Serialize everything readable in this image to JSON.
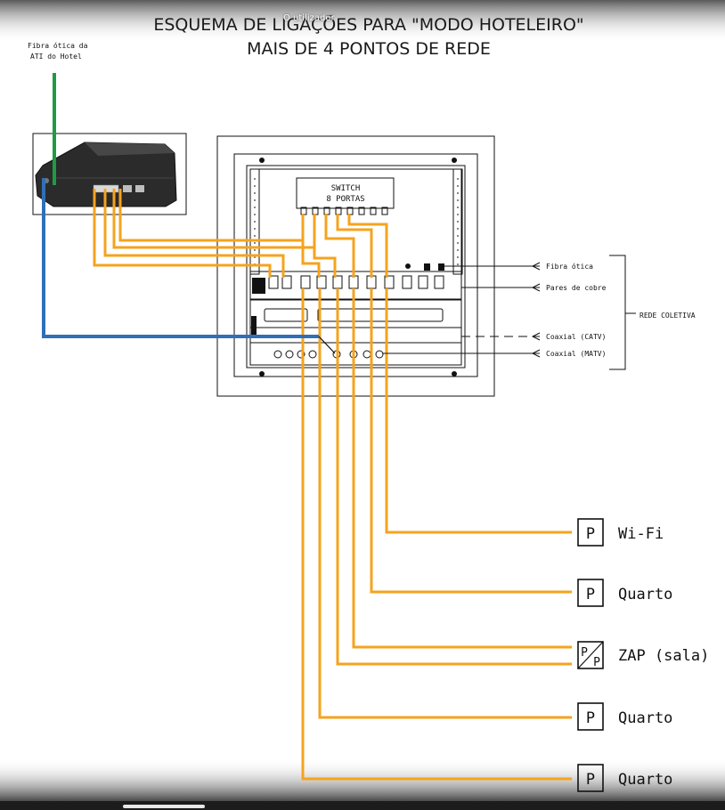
{
  "title_line1": "ESQUEMA DE LIGAÇÕES PARA  \"MODO HOTELEIRO\"",
  "title_line2": "MAIS DE 4 PONTOS DE REDE",
  "overlay_label": "O utilizador",
  "fiber_label": [
    "Fibra ótica da",
    "ATI do Hotel"
  ],
  "switch_label": [
    "SWITCH",
    "8 PORTAS"
  ],
  "right_labels": {
    "fibra": "Fibra ótica",
    "pares": "Pares de cobre",
    "catv": "Coaxial (CATV)",
    "matv": "Coaxial (MATV)",
    "rede": "REDE COLETIVA"
  },
  "outlets": [
    {
      "symbol": "P",
      "label": "Wi-Fi"
    },
    {
      "symbol": "P",
      "label": "Quarto"
    },
    {
      "symbol": "P/P",
      "label": "ZAP  (sala)"
    },
    {
      "symbol": "P",
      "label": "Quarto"
    },
    {
      "symbol": "P",
      "label": "Quarto"
    }
  ],
  "colors": {
    "ethernet": "#f5a31e",
    "fiber": "#1f9a45",
    "coax": "#2f6fb8"
  }
}
